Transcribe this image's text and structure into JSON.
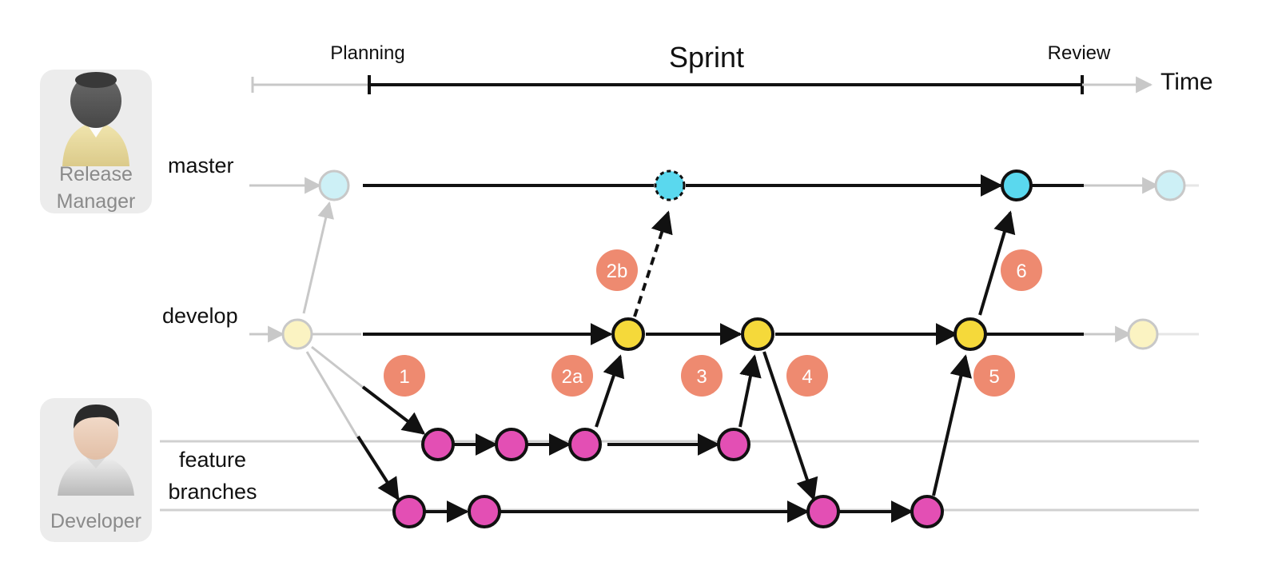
{
  "timeline": {
    "planning": "Planning",
    "sprint": "Sprint",
    "review": "Review",
    "time": "Time"
  },
  "roles": {
    "release_manager_line1": "Release",
    "release_manager_line2": "Manager",
    "developer": "Developer"
  },
  "branches": {
    "master": "master",
    "develop": "develop",
    "feature_line1": "feature",
    "feature_line2": "branches"
  },
  "steps": {
    "s1": "1",
    "s2a": "2a",
    "s2b": "2b",
    "s3": "3",
    "s4": "4",
    "s5": "5",
    "s6": "6"
  },
  "colors": {
    "master": "#5ad8ee",
    "master_faded": "#cdf0f6",
    "develop": "#f5d93a",
    "develop_faded": "#fbf3c2",
    "feature": "#e34fb4",
    "step_badge": "#ee8a70",
    "faded_line": "#c8c8c8"
  }
}
